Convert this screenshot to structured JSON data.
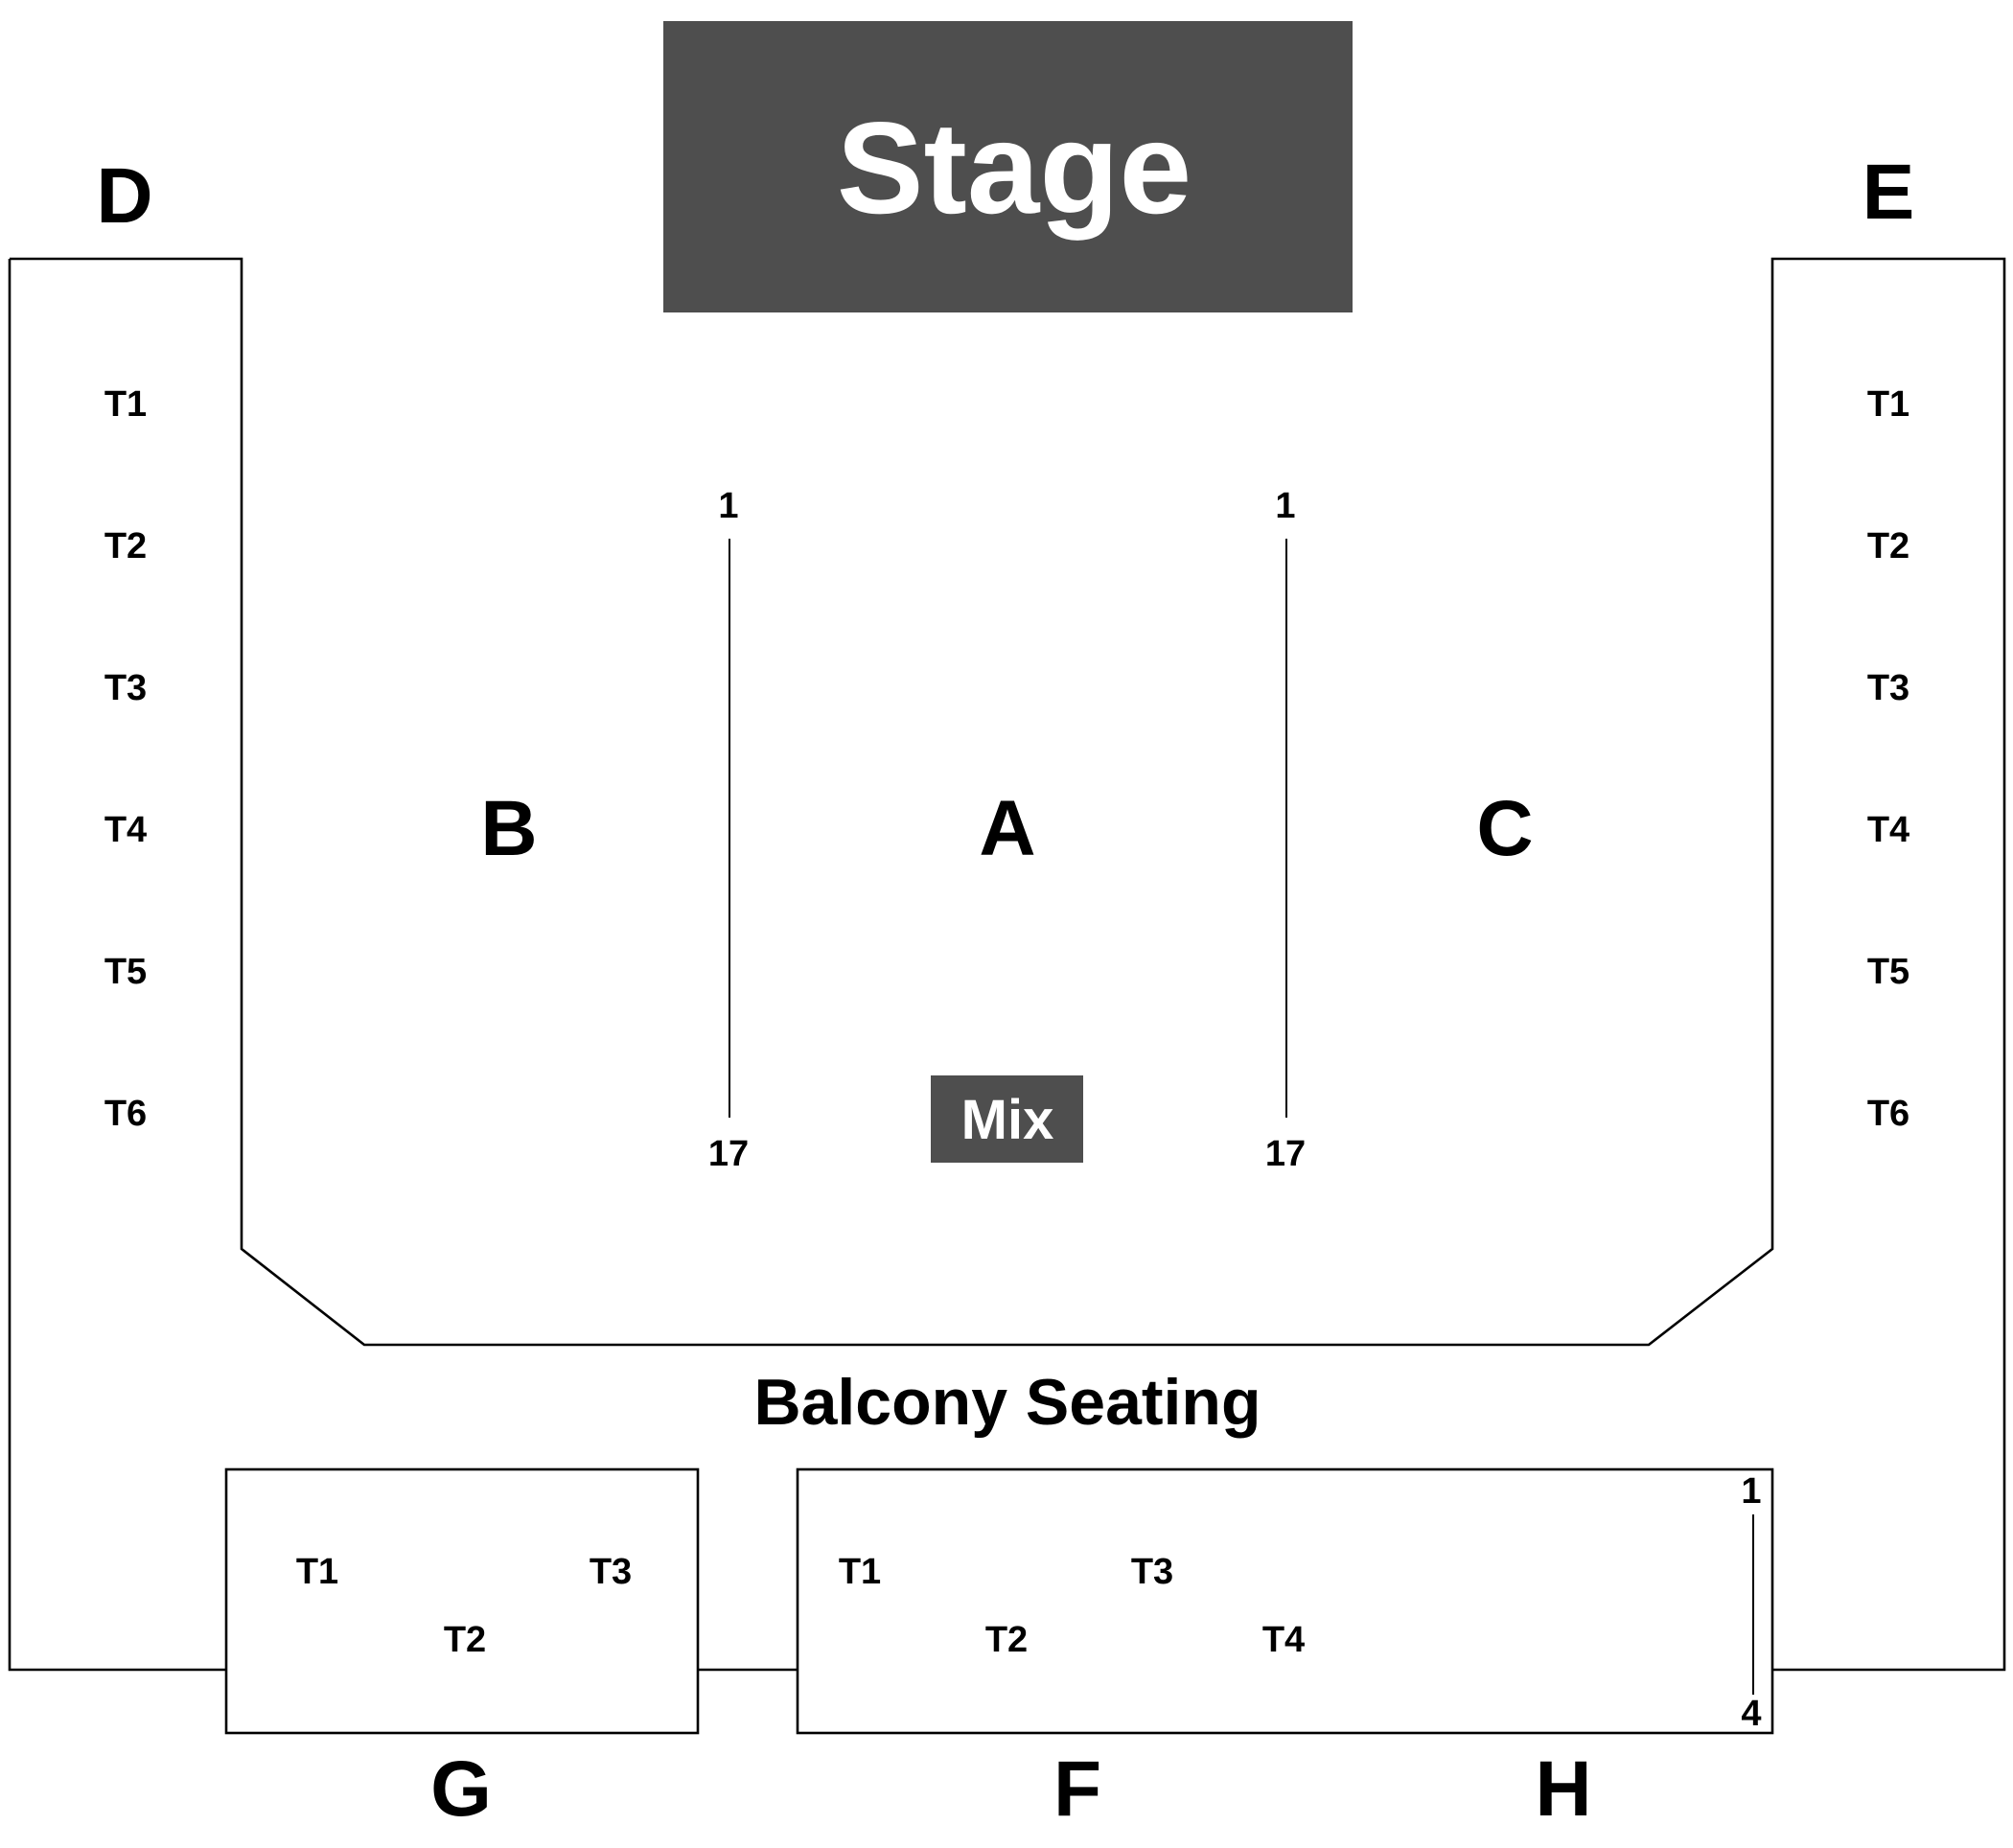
{
  "stage": {
    "label": "Stage"
  },
  "mix": {
    "label": "Mix"
  },
  "balcony": {
    "label": "Balcony Seating"
  },
  "sections": {
    "a": "A",
    "b": "B",
    "c": "C",
    "d": "D",
    "e": "E",
    "f": "F",
    "g": "G",
    "h": "H"
  },
  "rows": {
    "left": {
      "first": "1",
      "last": "17"
    },
    "right": {
      "first": "1",
      "last": "17"
    },
    "section_h": {
      "first": "1",
      "last": "4"
    }
  },
  "tables": {
    "d": [
      "T1",
      "T2",
      "T3",
      "T4",
      "T5",
      "T6"
    ],
    "e": [
      "T1",
      "T2",
      "T3",
      "T4",
      "T5",
      "T6"
    ],
    "g": [
      "T1",
      "T2",
      "T3"
    ],
    "f": [
      "T1",
      "T2",
      "T3",
      "T4"
    ]
  },
  "colors": {
    "stage_fill": "#4e4e4e",
    "label_on_dark": "#ffffff",
    "lines": "#000000"
  }
}
